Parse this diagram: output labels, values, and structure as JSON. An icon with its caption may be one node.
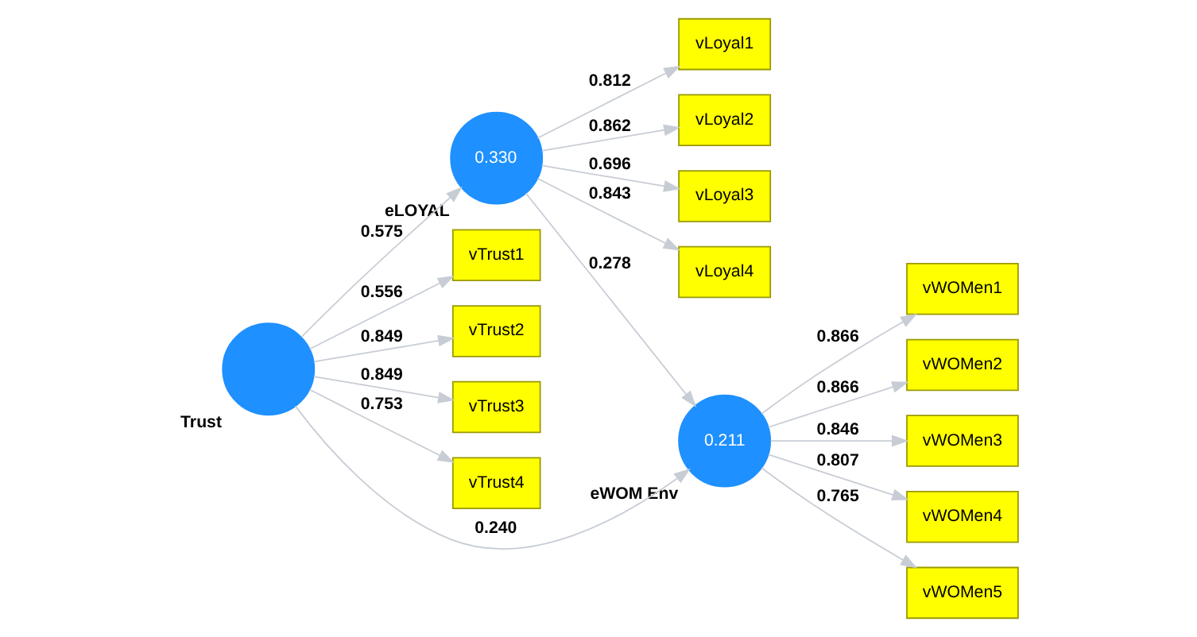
{
  "diagram": {
    "nodes": [
      {
        "text": [
          "vLoyal1"
        ]
      },
      {
        "text": [
          "vLoyal2"
        ]
      },
      {
        "text": [
          "vLoyal3"
        ]
      },
      {
        "text": [
          "vLoyal4"
        ]
      },
      {
        "text": [
          "0.330"
        ],
        "beside": [
          "eLOYAL"
        ]
      },
      {
        "text": [
          "vTrust1"
        ]
      },
      {
        "text": [
          "vTrust2"
        ]
      },
      {
        "text": [
          "vTrust3"
        ]
      },
      {
        "text": [
          "vTrust4"
        ]
      },
      {
        "text": [],
        "shape": "circle",
        "beside": [
          "Trust"
        ]
      },
      {
        "text": [
          "0.211"
        ],
        "beside": [
          "eWOM Env"
        ]
      },
      {
        "text": [
          "vWOMen1"
        ]
      },
      {
        "text": [
          "vWOMen2"
        ]
      },
      {
        "text": [
          "vWOMen3"
        ]
      },
      {
        "text": [
          "vWOMen4"
        ]
      },
      {
        "text": [
          "vWOMen5"
        ]
      }
    ],
    "edges": [
      {
        "from": 4,
        "to": 0,
        "arrow": "to",
        "label": "0.812"
      },
      {
        "from": 4,
        "to": 1,
        "arrow": "to",
        "label": "0.862"
      },
      {
        "from": 4,
        "to": 2,
        "arrow": "to",
        "label": "0.696"
      },
      {
        "from": 4,
        "to": 3,
        "arrow": "to",
        "label": "0.843"
      },
      {
        "from": 9,
        "to": 4,
        "arrow": "to",
        "label": "0.575"
      },
      {
        "from": 4,
        "to": 10,
        "arrow": "to",
        "label": "0.278"
      },
      {
        "from": 9,
        "to": 10,
        "arrow": "to",
        "label": "0.240"
      },
      {
        "from": 9,
        "to": 5,
        "arrow": "to",
        "label": "0.556"
      },
      {
        "from": 9,
        "to": 6,
        "arrow": "to",
        "label": "0.849"
      },
      {
        "from": 9,
        "to": 7,
        "arrow": "to",
        "label": "0.849"
      },
      {
        "from": 9,
        "to": 8,
        "arrow": "to",
        "label": "0.753"
      },
      {
        "from": 10,
        "to": 11,
        "arrow": "to",
        "label": "0.866"
      },
      {
        "from": 10,
        "to": 12,
        "arrow": "to",
        "label": "0.866"
      },
      {
        "from": 10,
        "to": 13,
        "arrow": "to",
        "label": "0.846"
      },
      {
        "from": 10,
        "to": 14,
        "arrow": "to",
        "label": "0.807"
      },
      {
        "from": 10,
        "to": 15,
        "arrow": "to",
        "label": "0.765"
      }
    ]
  }
}
